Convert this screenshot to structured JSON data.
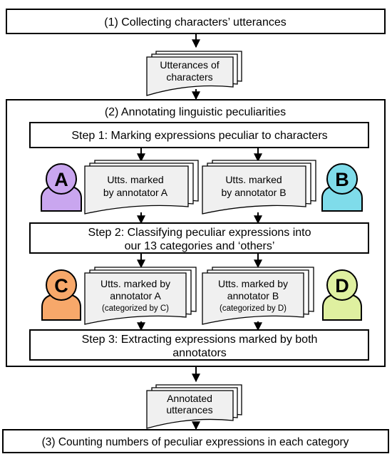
{
  "stages": {
    "s1": "(1) Collecting characters’ utterances",
    "s2": "(2) Annotating linguistic peculiarities",
    "s3": "(3) Counting numbers of peculiar expressions in each category"
  },
  "steps": {
    "step1": "Step 1: Marking expressions peculiar to characters",
    "step2_line1": "Step 2: Classifying peculiar expressions into",
    "step2_line2": "our 13 categories and ‘others’",
    "step3_line1": "Step 3: Extracting expressions marked by both",
    "step3_line2": "annotators"
  },
  "documents": {
    "utterances_line1": "Utterances of",
    "utterances_line2": "characters",
    "marked_a_line1": "Utts. marked",
    "marked_a_line2": "by annotator A",
    "marked_b_line1": "Utts. marked",
    "marked_b_line2": "by annotator B",
    "cat_a_line1": "Utts. marked by",
    "cat_a_line2": "annotator A",
    "cat_a_line3": "(categorized by C)",
    "cat_b_line1": "Utts. marked by",
    "cat_b_line2": "annotator B",
    "cat_b_line3": "(categorized by D)",
    "annotated_line1": "Annotated",
    "annotated_line2": "utterances"
  },
  "annotators": {
    "a": {
      "label": "A",
      "color": "#c9a6ef"
    },
    "b": {
      "label": "B",
      "color": "#7fdcea"
    },
    "c": {
      "label": "C",
      "color": "#f7a86a"
    },
    "d": {
      "label": "D",
      "color": "#dff0a0"
    }
  }
}
